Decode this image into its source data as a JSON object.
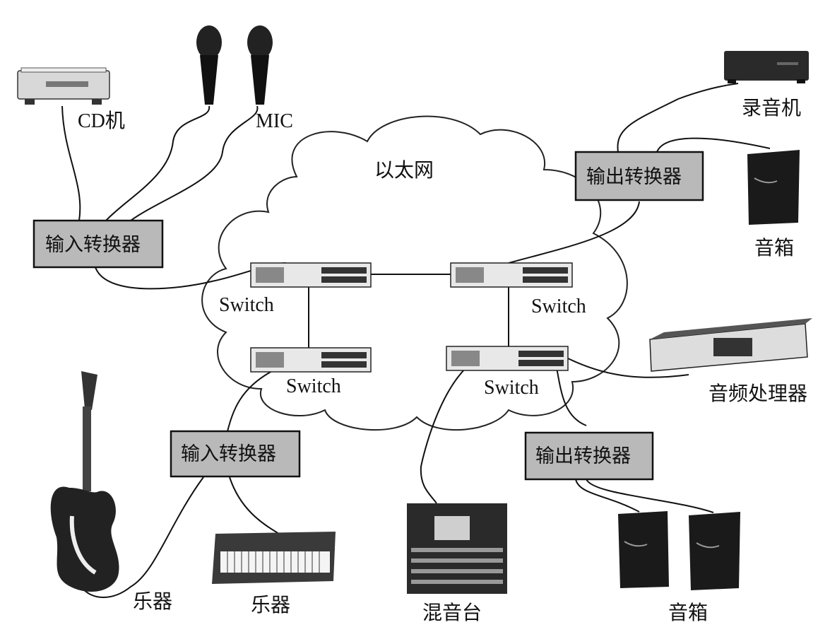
{
  "network": {
    "label": "以太网"
  },
  "switches": [
    {
      "label": "Switch"
    },
    {
      "label": "Switch"
    },
    {
      "label": "Switch"
    },
    {
      "label": "Switch"
    }
  ],
  "converters": {
    "input_top": "输入转换器",
    "input_bottom": "输入转换器",
    "output_top": "输出转换器",
    "output_bottom": "输出转换器"
  },
  "devices": {
    "cd_player": "CD机",
    "mic": "MIC",
    "recorder": "录音机",
    "speaker_right": "音箱",
    "audio_processor": "音频处理器",
    "guitar": "乐器",
    "keyboard": "乐器",
    "mixer": "混音台",
    "speakers_bottom": "音箱"
  }
}
